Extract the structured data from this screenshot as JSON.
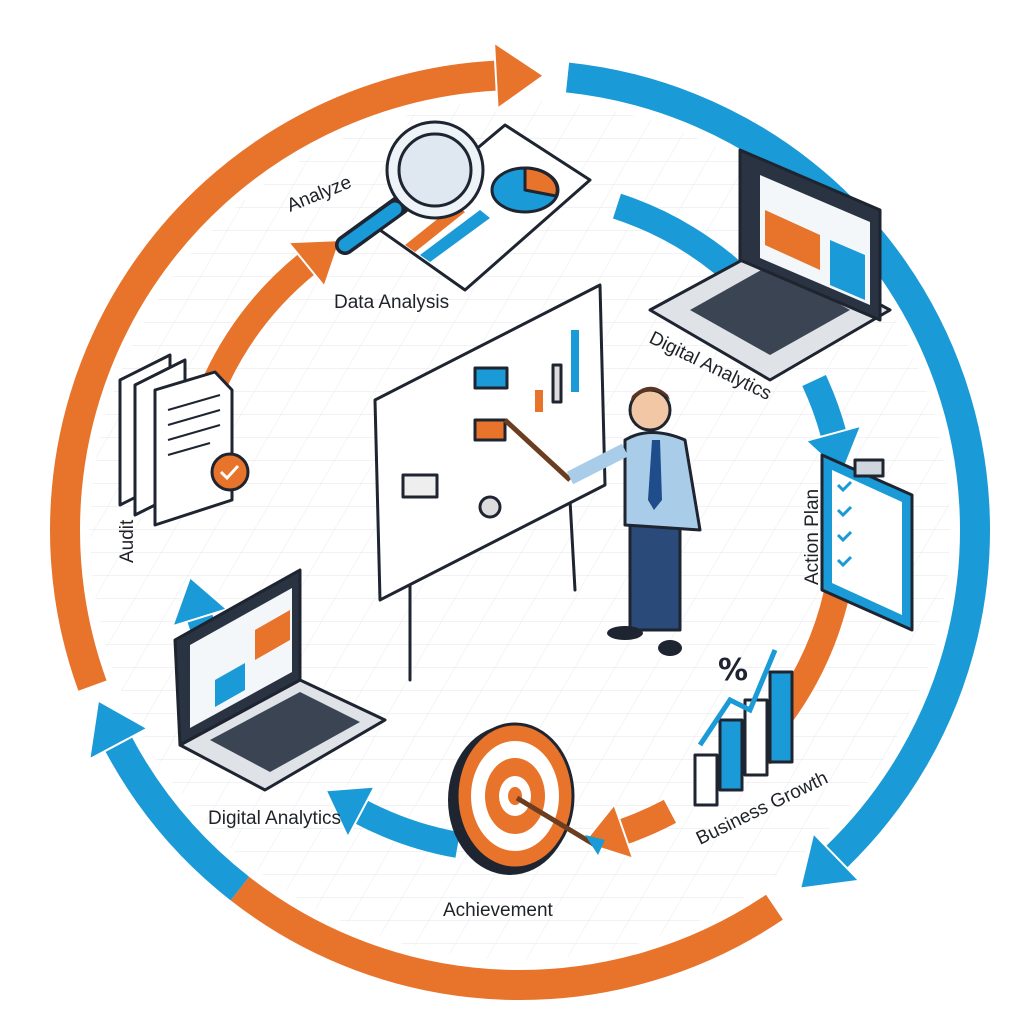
{
  "colors": {
    "orange": "#e8732a",
    "blue": "#1a9ad6",
    "navy": "#1e2430",
    "grid": "#e6e8ec"
  },
  "labels": {
    "analyze": "Analyze",
    "data_analysis": "Data Analysis",
    "digital_analytics_top": "Digital Analytics",
    "action_plan": "Action Plan",
    "business_growth": "Business Growth",
    "achievement": "Achievement",
    "digital_analytics_bottom": "Digital Analytics",
    "audit": "Audit"
  },
  "icons": {
    "percent": "%"
  }
}
